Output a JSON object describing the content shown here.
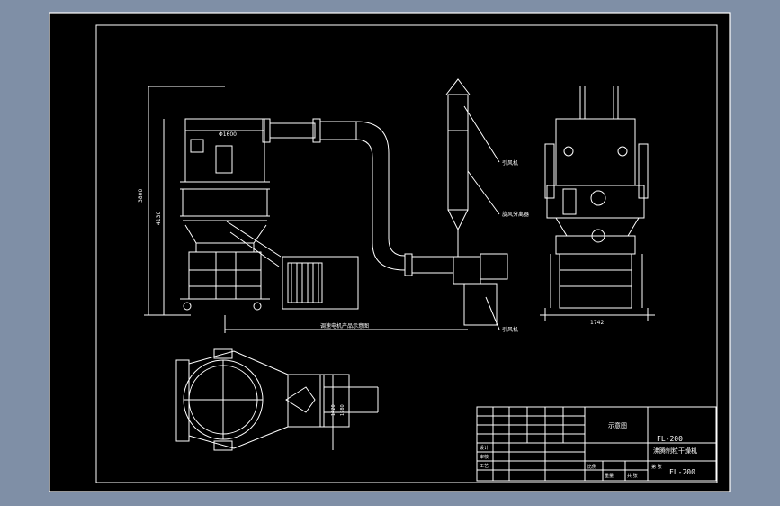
{
  "drawing": {
    "background": "#000000",
    "line_color": "#ffffff",
    "page_color": "#7f8fa6",
    "dims": {
      "height_total": "3800",
      "height_body": "4130",
      "top_width": "Φ1600",
      "bottom_length": "调速电机产品示意图",
      "side_width": "1742"
    },
    "callouts": {
      "c1": "引风机",
      "c2": "旋风分离器",
      "c3": "引风机"
    },
    "plan": {
      "dim_a": "1420",
      "dim_b": "1980"
    }
  },
  "title_block": {
    "view_name": "示意图",
    "model": "FL-200",
    "product_name": "沸腾制粒干燥机",
    "drawing_no": "FL-200",
    "row_labels": [
      "设计",
      "审核",
      "工艺"
    ],
    "footer_cells": [
      "比例",
      "重量",
      "共 张",
      "第 张"
    ]
  }
}
